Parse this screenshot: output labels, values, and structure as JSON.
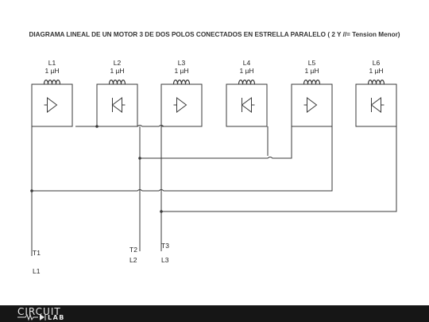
{
  "title": "DIAGRAMA LINEAL DE UN MOTOR 3 DE DOS POLOS CONECTADOS EN ESTRELLA PARALELO ( 2 Y //= Tension Menor)",
  "coils": [
    {
      "name": "L1",
      "value": "1 µH"
    },
    {
      "name": "L2",
      "value": "1 µH"
    },
    {
      "name": "L3",
      "value": "1 µH"
    },
    {
      "name": "L4",
      "value": "1 µH"
    },
    {
      "name": "L5",
      "value": "1 µH"
    },
    {
      "name": "L6",
      "value": "1 µH"
    }
  ],
  "terminals": {
    "t1": "T1",
    "t2": "T2",
    "t3": "T3",
    "line1": "L1",
    "line2": "L2",
    "line3": "L3"
  },
  "logo": {
    "top": "CIRCUIT",
    "bottom": "LAB"
  }
}
